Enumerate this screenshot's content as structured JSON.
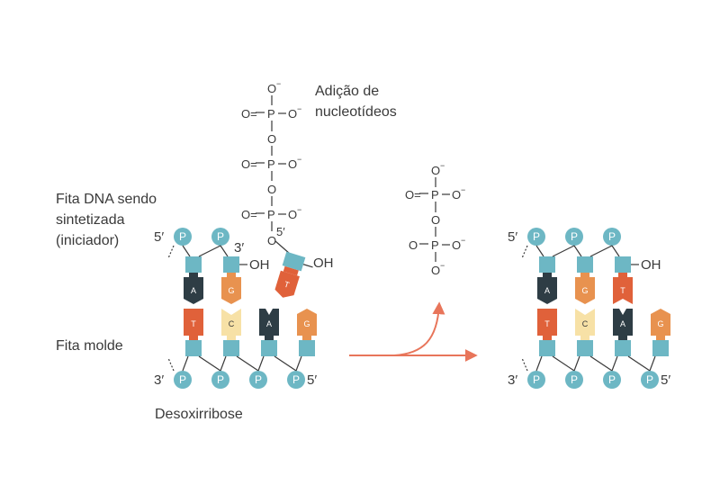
{
  "labels": {
    "adding_line1": "Adição de",
    "adding_line2": "nucleotídeos",
    "new_strand_line1": "Fita DNA sendo",
    "new_strand_line2": "sintetizada",
    "new_strand_line3": "(iniciador)",
    "template_strand": "Fita molde",
    "deoxyribose": "Desoxirribose"
  },
  "ends": {
    "five_prime": "5′",
    "three_prime": "3′"
  },
  "chem": {
    "phosphate": "P",
    "oxygen": "O",
    "oxygen_double": "O=",
    "negative": "−",
    "hydroxyl": "OH"
  },
  "bases": {
    "adenine": "A",
    "guanine": "G",
    "thymine": "T",
    "cytosine": "C"
  },
  "colors": {
    "phosphate": "#6db7c4",
    "sugar": "#6db7c4",
    "adenine": "#2e3d45",
    "guanine": "#e8924f",
    "thymine": "#e0613a",
    "cytosine": "#f7e1a6",
    "arrow": "#e8755a",
    "line": "#3a3a3a"
  }
}
